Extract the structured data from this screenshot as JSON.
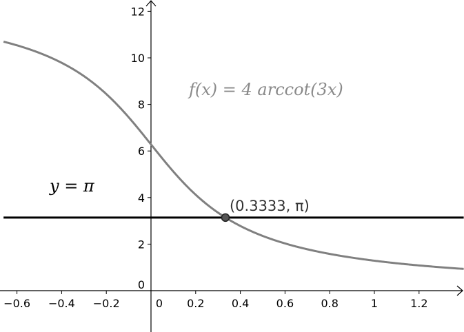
{
  "chart_data": {
    "type": "line",
    "xlim": [
      -0.66,
      1.4
    ],
    "ylim": [
      -2,
      12.4
    ],
    "grid": false,
    "x_ticks": [
      -0.6,
      -0.4,
      -0.2,
      0,
      0.2,
      0.4,
      0.6,
      0.8,
      1,
      1.2
    ],
    "x_tick_labels": [
      "−0.6",
      "−0.4",
      "−0.2",
      "0",
      "0.2",
      "0.4",
      "0.6",
      "0.8",
      "1",
      "1.2"
    ],
    "y_ticks": [
      0,
      2,
      4,
      6,
      8,
      10,
      12
    ],
    "y_tick_labels": [
      "0",
      "2",
      "4",
      "6",
      "8",
      "10",
      "12"
    ],
    "series": [
      {
        "name": "f(x) = 4 arccot(3x)",
        "color": "#808080",
        "x": [
          -0.66,
          -0.6,
          -0.5,
          -0.4,
          -0.3,
          -0.2,
          -0.1,
          0,
          0.1,
          0.2,
          0.3333,
          0.4,
          0.5,
          0.6,
          0.7,
          0.8,
          0.9,
          1,
          1.1,
          1.2,
          1.3,
          1.4
        ],
        "y": [
          10.74,
          10.58,
          10.22,
          9.74,
          8.99,
          7.87,
          7.4,
          6.28,
          5.16,
          4.69,
          3.14,
          2.79,
          2.35,
          2.05,
          1.8,
          1.58,
          1.41,
          1.29,
          1.17,
          1.08,
          1.0,
          0.93
        ]
      },
      {
        "name": "y = π",
        "color": "#000000",
        "x": [
          -0.66,
          1.4
        ],
        "y": [
          3.1416,
          3.1416
        ]
      }
    ],
    "point": {
      "x": 0.3333,
      "y": 3.1416,
      "label": "(0.3333, π)",
      "color": "#555555"
    },
    "annotations": {
      "function_label": "f(x) = 4 arccot(3x)",
      "line_label": "y = π"
    }
  }
}
